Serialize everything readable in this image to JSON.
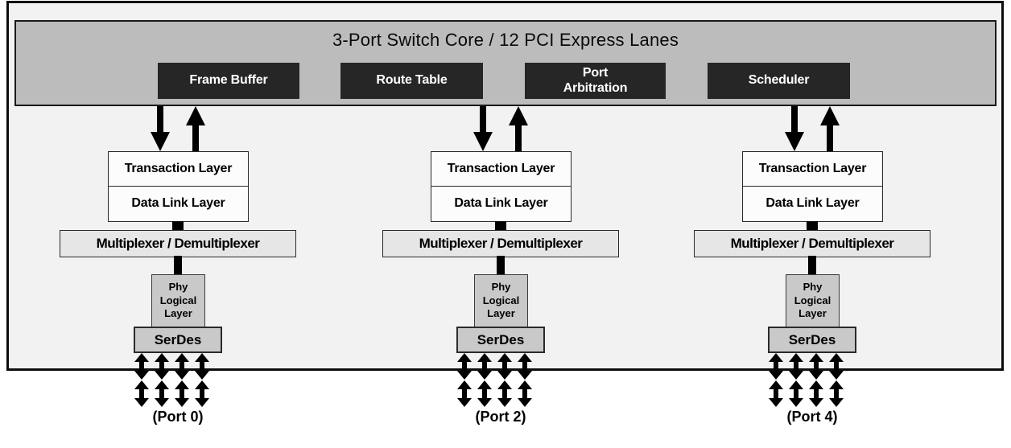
{
  "core": {
    "title": "3-Port Switch Core / 12 PCI Express Lanes",
    "blocks": [
      {
        "label": "Frame Buffer"
      },
      {
        "label": "Route Table"
      },
      {
        "label": [
          "Port",
          "Arbitration"
        ]
      },
      {
        "label": "Scheduler"
      }
    ]
  },
  "ports": [
    {
      "label": "(Port 0)",
      "transaction": "Transaction Layer",
      "data_link": "Data Link Layer",
      "mux": "Multiplexer / Demultiplexer",
      "phy": [
        "Phy",
        "Logical",
        "Layer"
      ],
      "serdes": "SerDes",
      "lanes": 4
    },
    {
      "label": "(Port 2)",
      "transaction": "Transaction Layer",
      "data_link": "Data Link Layer",
      "mux": "Multiplexer / Demultiplexer",
      "phy": [
        "Phy",
        "Logical",
        "Layer"
      ],
      "serdes": "SerDes",
      "lanes": 4
    },
    {
      "label": "(Port 4)",
      "transaction": "Transaction Layer",
      "data_link": "Data Link Layer",
      "mux": "Multiplexer / Demultiplexer",
      "phy": [
        "Phy",
        "Logical",
        "Layer"
      ],
      "serdes": "SerDes",
      "lanes": 4
    }
  ],
  "colors": {
    "outer_bg": "#f2f2f2",
    "banner_bg": "#bcbcbc",
    "core_block_bg": "#262626",
    "core_block_text": "#ffffff",
    "layer_box_bg": "#fcfcfc",
    "mux_bg": "#e6e6e6",
    "phy_serdes_bg": "#c9c9c9",
    "line": "#000000"
  }
}
